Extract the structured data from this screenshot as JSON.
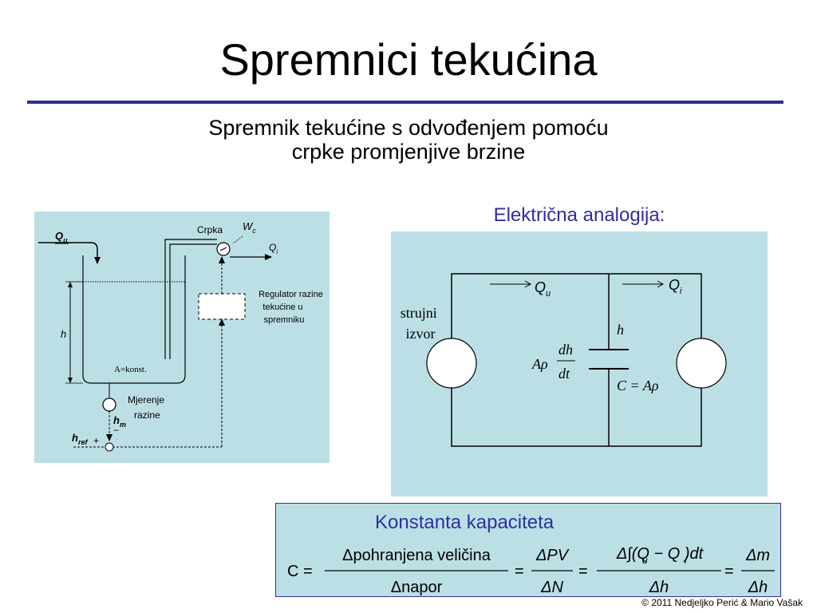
{
  "title": "Spremnici tekućina",
  "subtitle_line1": "Spremnik tekućine s odvođenjem pomoću",
  "subtitle_line2": "crpke promjenjive brzine",
  "tank": {
    "q_u": "Q",
    "q_u_sub": "u",
    "crpka": "Crpka",
    "w_c": "W",
    "w_c_sub": "c",
    "q_i": "Q",
    "q_i_sub": "i",
    "regulator_line1": "Regulator razine",
    "regulator_line2": "tekućine u",
    "regulator_line3": "spremniku",
    "h": "h",
    "area": "A=konst.",
    "mjerenje_line1": "Mjerenje",
    "mjerenje_line2": "razine",
    "h_m": "h",
    "h_m_sub": "m",
    "h_ref": "h",
    "h_ref_sub": "ref",
    "plus": "+",
    "minus": "−"
  },
  "analogy": {
    "title": "Električna analogija:",
    "q_u": "Q",
    "q_u_sub": "u",
    "q_i": "Q",
    "q_i_sub": "i",
    "source_line1": "strujni",
    "source_line2": "izvor",
    "h": "h",
    "a_rho": "Aρ",
    "dh": "dh",
    "dt": "dt",
    "capacitance": "C = Aρ"
  },
  "formula": {
    "title": "Konstanta kapaciteta",
    "c_eq": "C =",
    "num1": "Δpohranjena veličina",
    "den1": "Δnapor",
    "eq": "=",
    "num2": "ΔPV",
    "den2": "ΔN",
    "num3": "Δ∫(Q  − Q )dt",
    "num3_q_u_sub": "u",
    "num3_q_i_sub": "i",
    "den3": "Δh",
    "num4": "Δm",
    "den4": "Δh"
  },
  "copyright": "© 2011 Nedjeljko Perić & Mario Vašak"
}
